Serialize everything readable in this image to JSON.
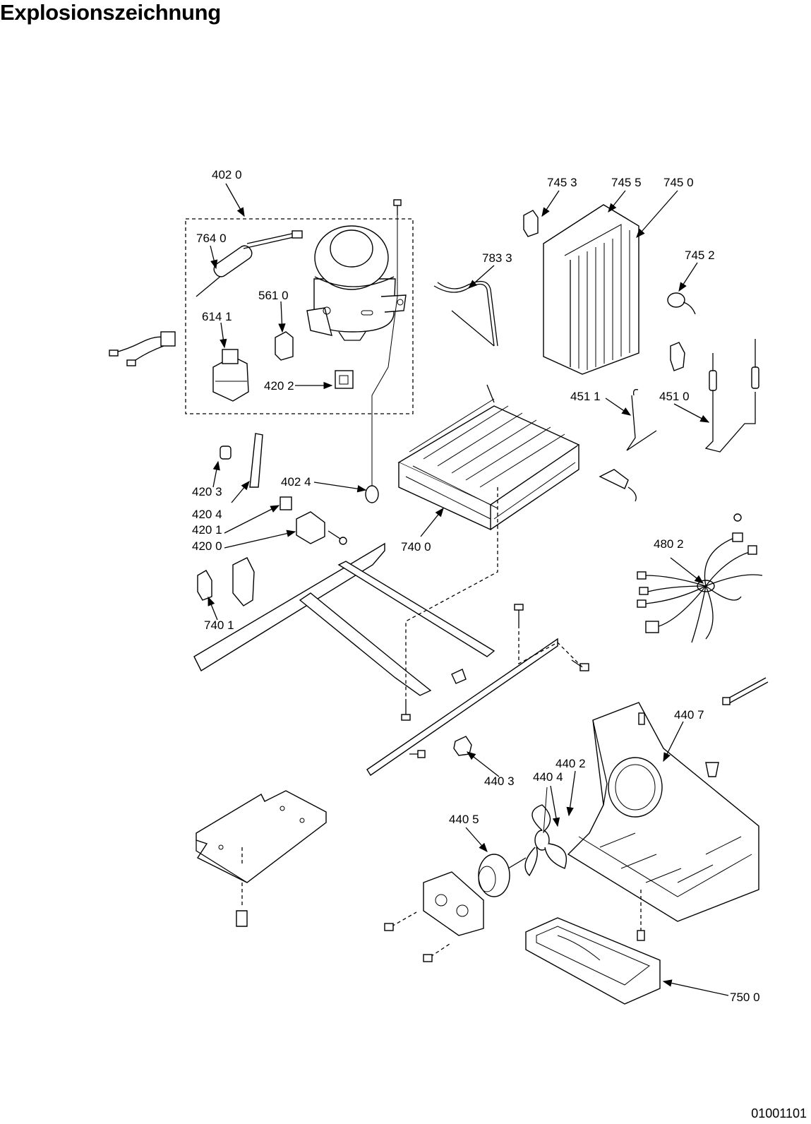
{
  "title": "Explosionszeichnung",
  "drawing_code": "01001101",
  "callouts": [
    "402 0",
    "764 0",
    "614 1",
    "561 0",
    "420 2",
    "745 3",
    "745 5",
    "745 0",
    "745 2",
    "783 3",
    "451 1",
    "451 0",
    "420 3",
    "420 4",
    "420 1",
    "420 0",
    "402 4",
    "740 0",
    "480 2",
    "740 1",
    "440 7",
    "440 2",
    "440 4",
    "440 3",
    "440 5",
    "750 0"
  ]
}
